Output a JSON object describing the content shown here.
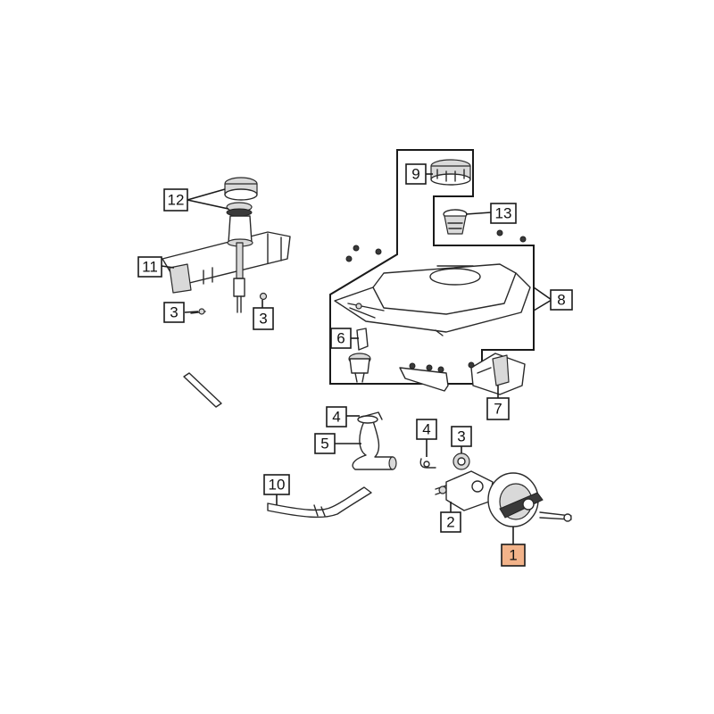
{
  "diagram": {
    "highlight_color": "#f2b38a",
    "callouts": [
      {
        "id": "c12",
        "label": "12"
      },
      {
        "id": "c11",
        "label": "11"
      },
      {
        "id": "c3a",
        "label": "3"
      },
      {
        "id": "c3b",
        "label": "3"
      },
      {
        "id": "c9",
        "label": "9"
      },
      {
        "id": "c13",
        "label": "13"
      },
      {
        "id": "c8",
        "label": "8"
      },
      {
        "id": "c6",
        "label": "6"
      },
      {
        "id": "c7",
        "label": "7"
      },
      {
        "id": "c4a",
        "label": "4"
      },
      {
        "id": "c5",
        "label": "5"
      },
      {
        "id": "c4b",
        "label": "4"
      },
      {
        "id": "c3c",
        "label": "3"
      },
      {
        "id": "c10",
        "label": "10"
      },
      {
        "id": "c2",
        "label": "2"
      },
      {
        "id": "c1",
        "label": "1",
        "highlighted": true
      }
    ]
  }
}
